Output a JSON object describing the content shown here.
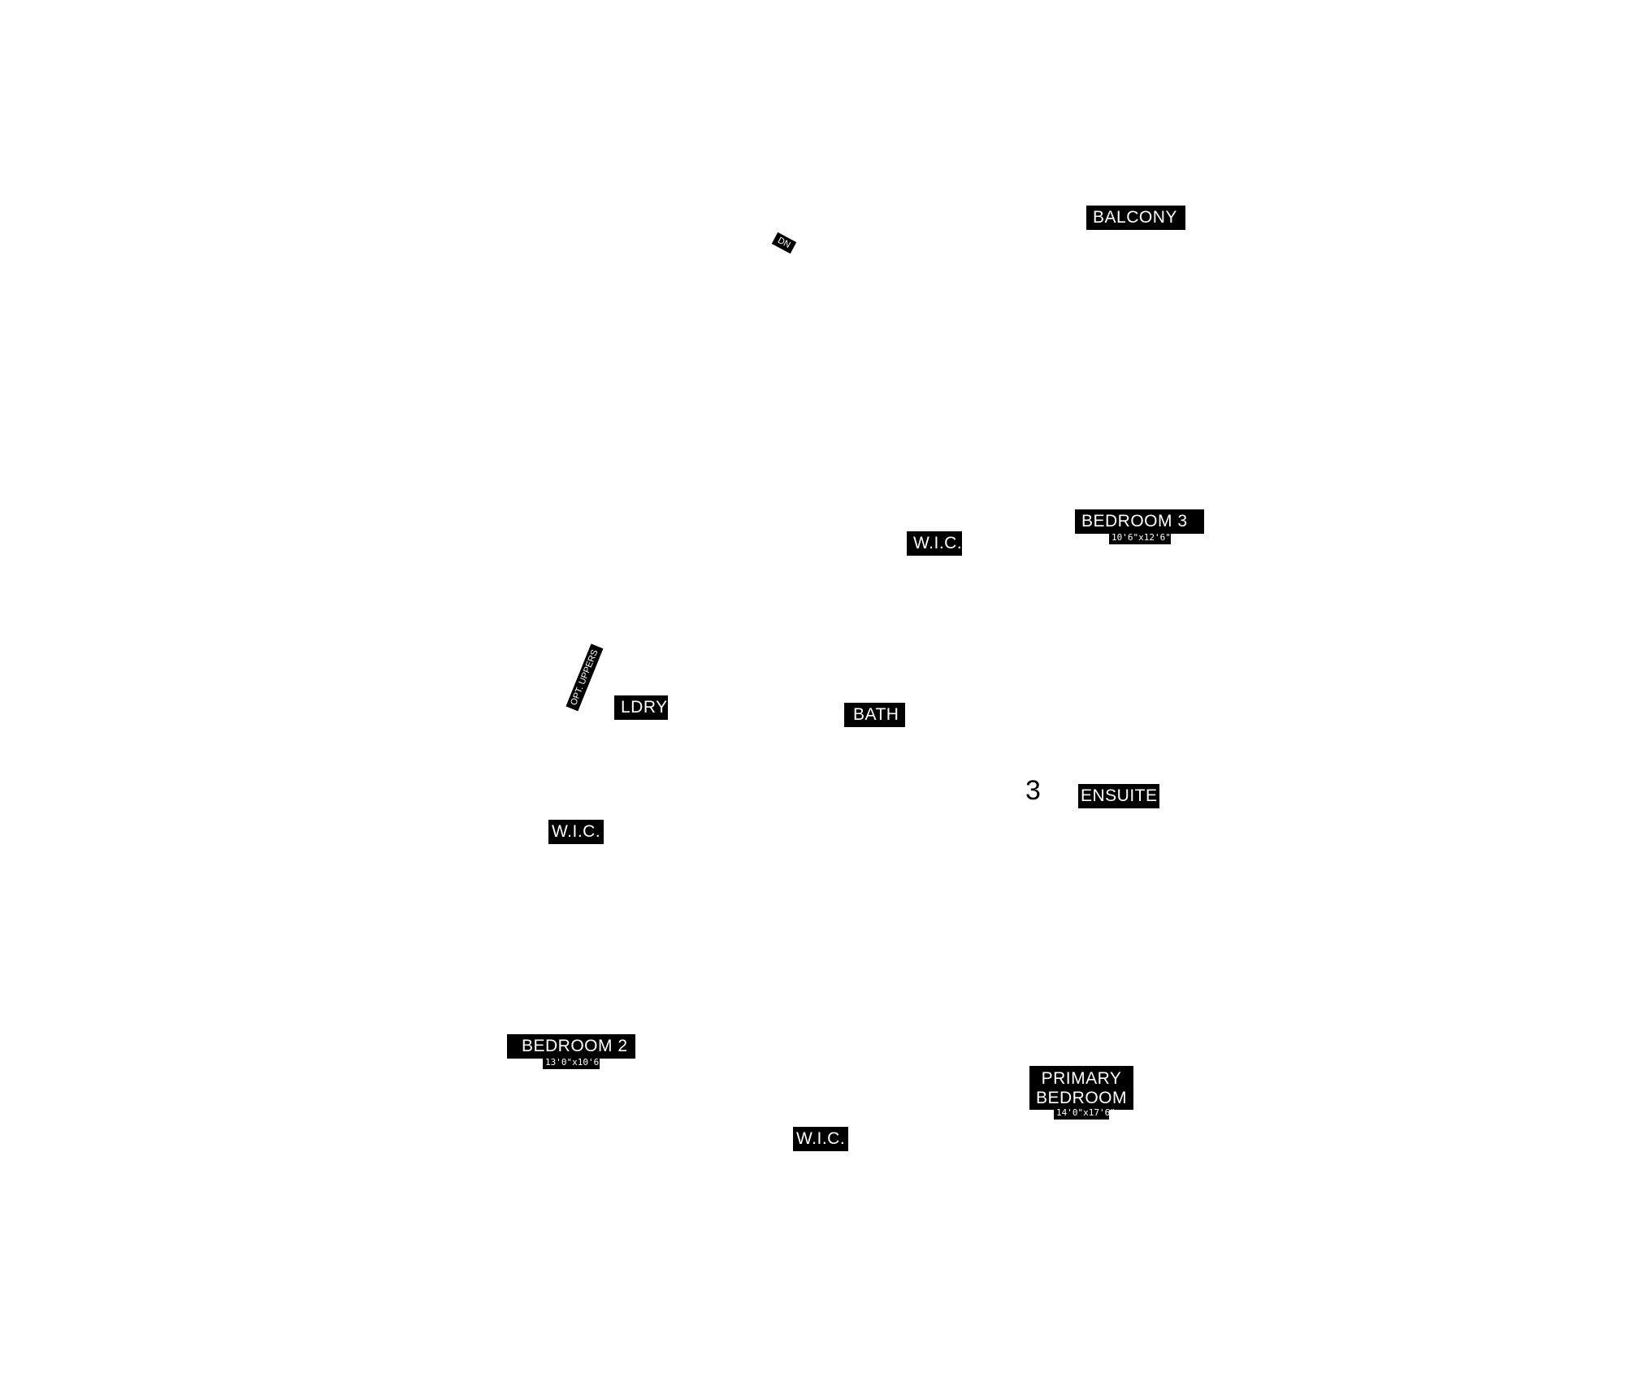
{
  "floor_plan": {
    "labels": {
      "balcony": "BALCONY",
      "dn": "DN",
      "wic_top": "W.I.C.",
      "bedroom3": "BEDROOM 3",
      "bedroom3_dim": "10'6\"x12'6\"",
      "opt_uppers": "OPT. UPPERS",
      "ldry": "LDRY",
      "bath": "BATH",
      "number_3": "3",
      "ensuite": "ENSUITE",
      "wic_left": "W.I.C.",
      "bedroom2": "BEDROOM 2",
      "bedroom2_dim": "13'0\"x10'6\"",
      "primary_line1": "PRIMARY",
      "primary_line2": "BEDROOM",
      "primary_dim": "14'0\"x17'6\"",
      "wic_bottom": "W.I.C."
    }
  }
}
